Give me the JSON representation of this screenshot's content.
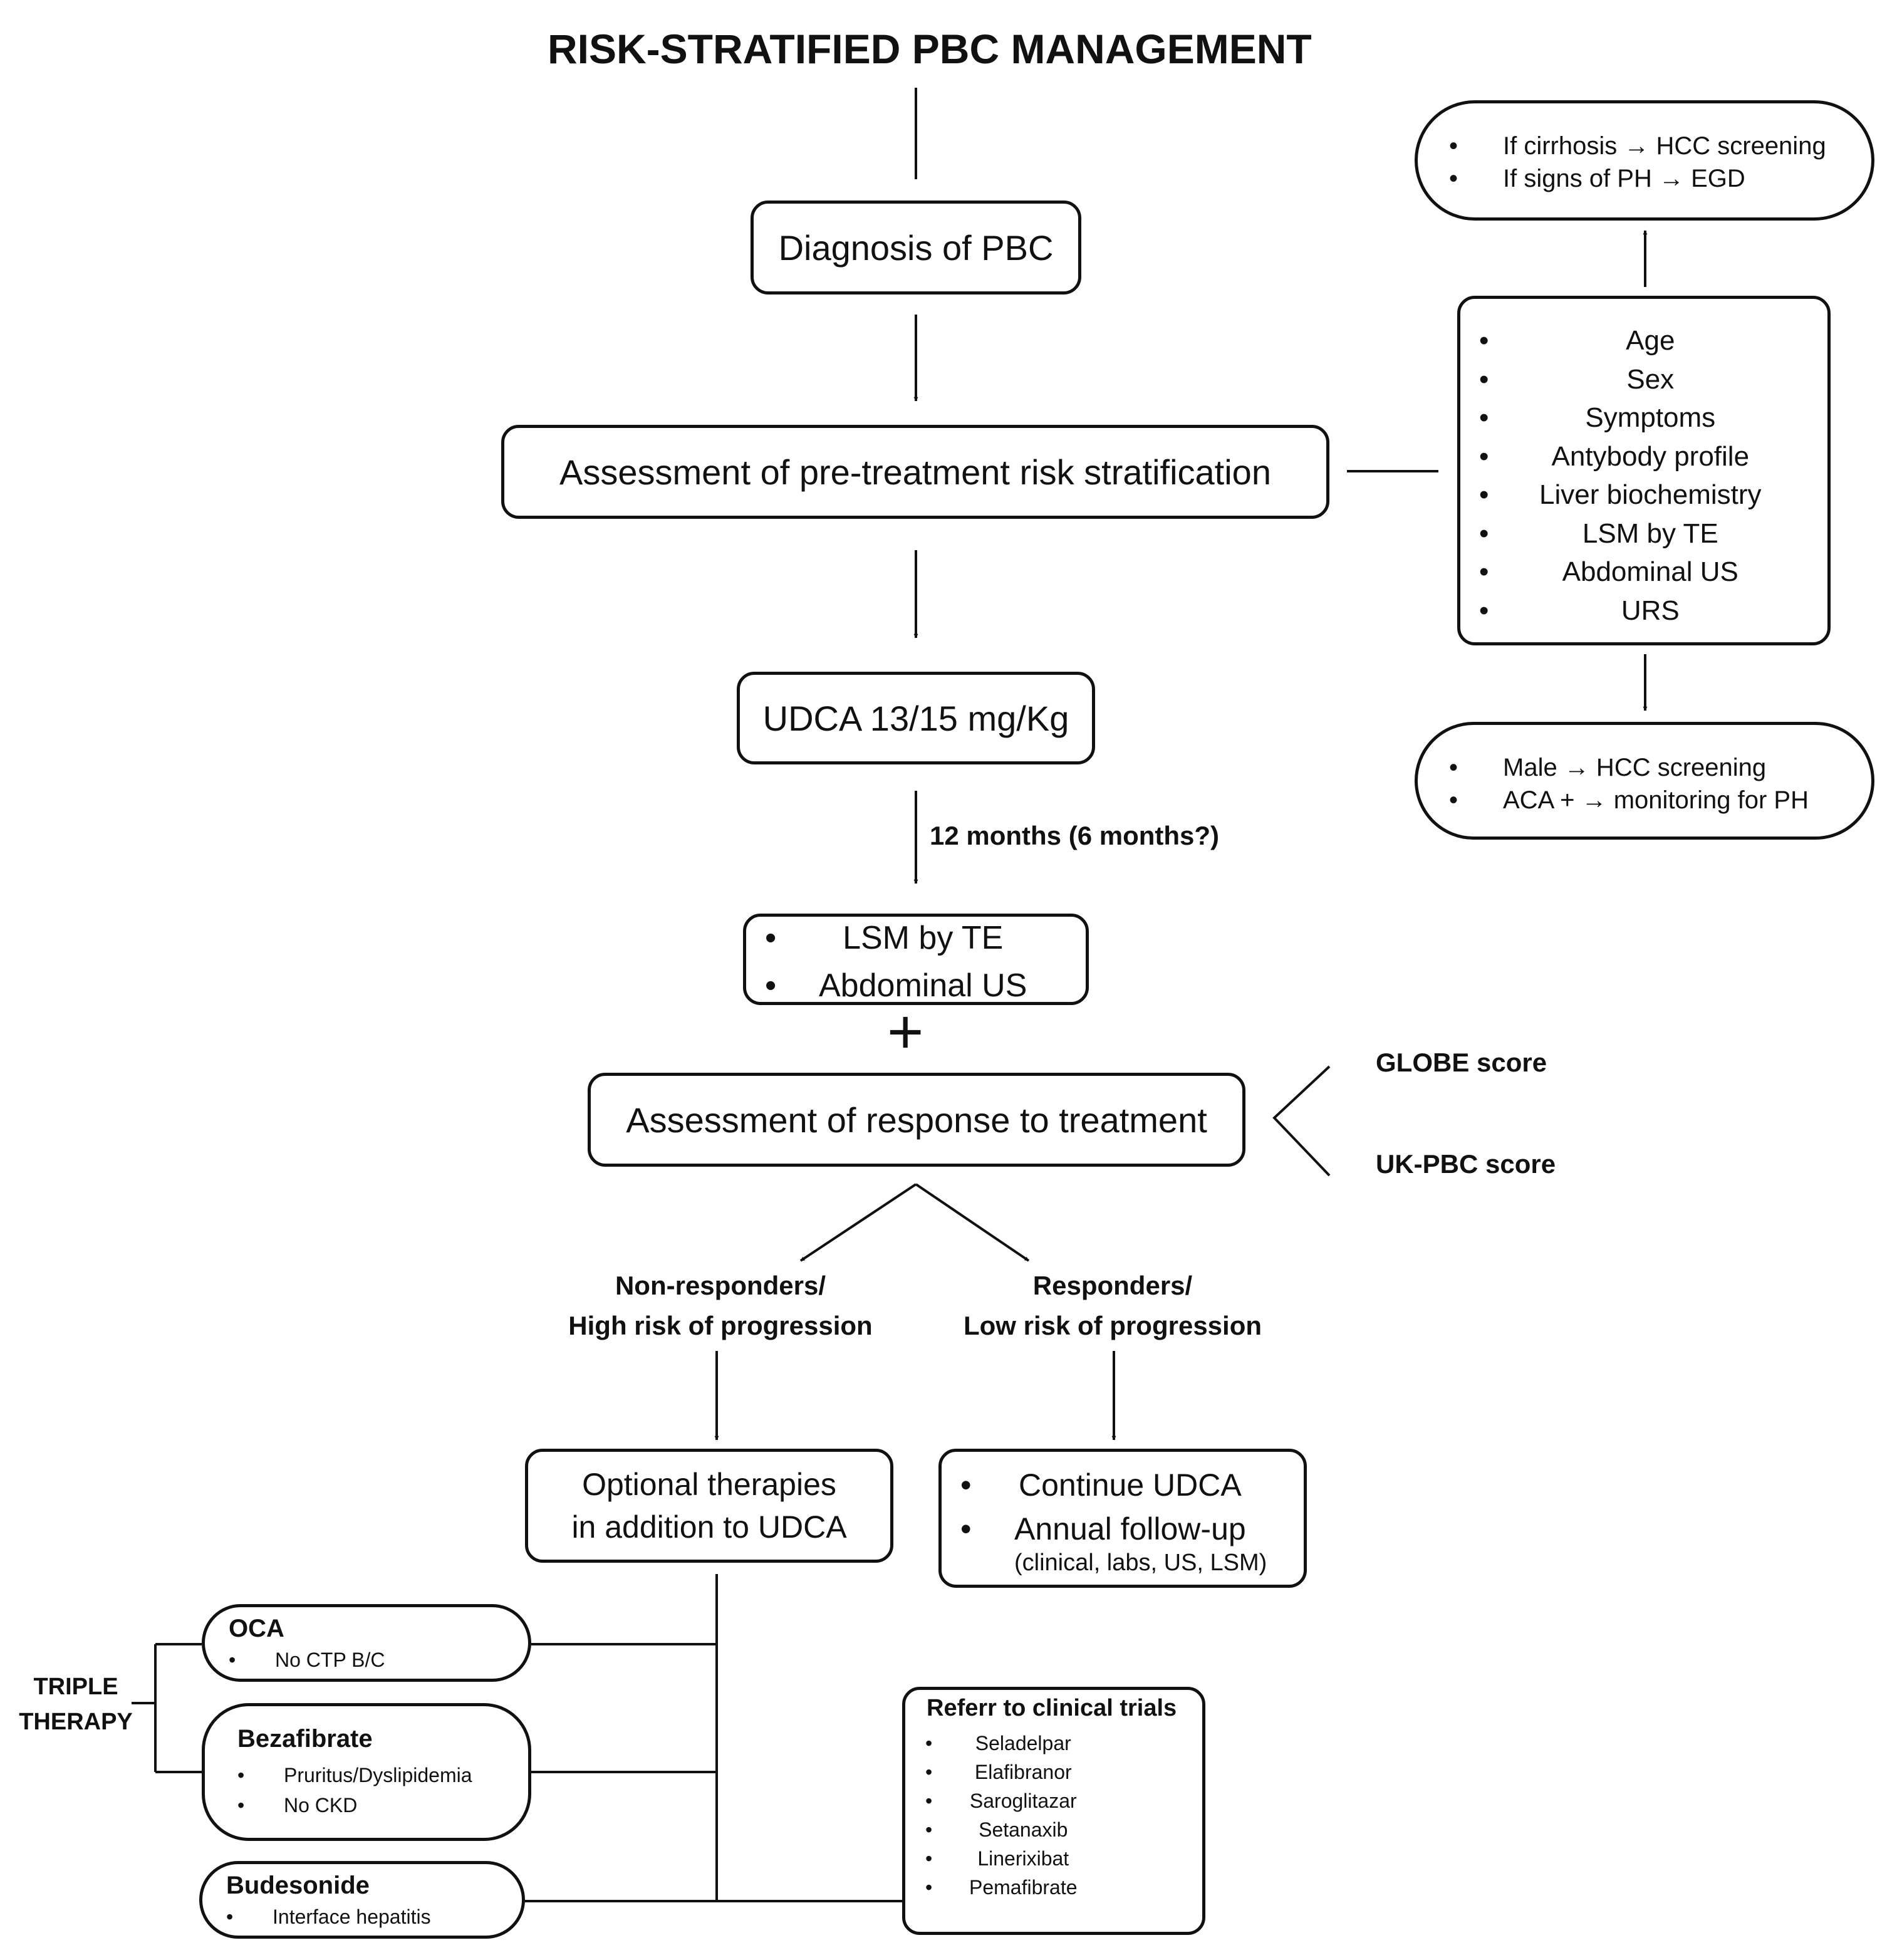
{
  "title": "RISK-STRATIFIED PBC MANAGEMENT",
  "diagnosis": "Diagnosis of PBC",
  "pretreatment": "Assessment of pre-treatment risk stratification",
  "risk_factors": [
    "Age",
    "Sex",
    "Symptoms",
    "Antybody profile",
    "Liver biochemistry",
    "LSM by TE",
    "Abdominal US",
    "URS"
  ],
  "top_oval": [
    "If cirrhosis → HCC screening",
    "If signs of PH → EGD"
  ],
  "bottom_oval": [
    "Male  → HCC screening",
    "ACA + → monitoring for PH"
  ],
  "udca": "UDCA 13/15 mg/Kg",
  "interval": "12 months  (6 months?)",
  "lsm_box": [
    "LSM by TE",
    "Abdominal US"
  ],
  "plus": "+",
  "response": "Assessment of response to treatment",
  "scores": [
    "GLOBE score",
    "UK-PBC score"
  ],
  "non_responders": [
    "Non-responders/",
    "High risk of progression"
  ],
  "responders": [
    "Responders/",
    "Low risk of progression"
  ],
  "optional": [
    "Optional therapies",
    "in addition to UDCA"
  ],
  "continue": {
    "items": [
      "Continue UDCA",
      "Annual follow-up"
    ],
    "note": "(clinical, labs, US, LSM)"
  },
  "triple_therapy": [
    "TRIPLE",
    "THERAPY"
  ],
  "oca": {
    "name": "OCA",
    "items": [
      "No CTP B/C"
    ]
  },
  "bezafibrate": {
    "name": "Bezafibrate",
    "items": [
      "Pruritus/Dyslipidemia",
      "No CKD"
    ]
  },
  "budesonide": {
    "name": "Budesonide",
    "items": [
      "Interface hepatitis"
    ]
  },
  "trials": {
    "title": "Referr to clinical trials",
    "items": [
      "Seladelpar",
      "Elafibranor",
      "Saroglitazar",
      "Setanaxib",
      "Linerixibat",
      "Pemafibrate"
    ]
  }
}
